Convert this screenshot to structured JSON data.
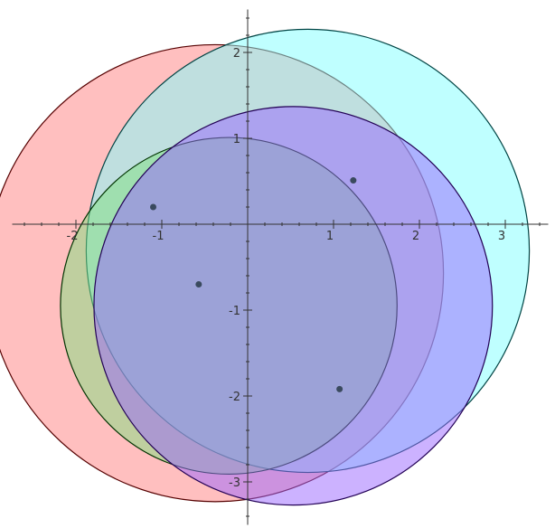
{
  "chart_data": {
    "type": "scatter",
    "title": "",
    "xlabel": "",
    "ylabel": "",
    "xlim": [
      -2.7,
      3.5
    ],
    "ylim": [
      -3.5,
      2.5
    ],
    "grid": false,
    "xticks": [
      {
        "value": -2,
        "label": "-2"
      },
      {
        "value": -1,
        "label": "-1"
      },
      {
        "value": 1,
        "label": "1"
      },
      {
        "value": 2,
        "label": "2"
      },
      {
        "value": 3,
        "label": "3"
      }
    ],
    "yticks": [
      {
        "value": 2,
        "label": "2"
      },
      {
        "value": 1,
        "label": "1"
      },
      {
        "value": -1,
        "label": "-1"
      },
      {
        "value": -2,
        "label": "-2"
      },
      {
        "value": -3,
        "label": "-3"
      }
    ],
    "circles": [
      {
        "cx": -0.38,
        "cy": -0.57,
        "r": 2.66,
        "fill": "#ff8080",
        "stroke": "#550000"
      },
      {
        "cx": 0.7,
        "cy": -0.31,
        "r": 2.58,
        "fill": "#80ffff",
        "stroke": "#004444"
      },
      {
        "cx": -0.22,
        "cy": -0.95,
        "r": 1.96,
        "fill": "#80e080",
        "stroke": "#003300"
      },
      {
        "cx": 0.53,
        "cy": -0.95,
        "r": 2.32,
        "fill": "#9966ff",
        "stroke": "#220055"
      }
    ],
    "points": [
      {
        "x": -1.1,
        "y": 0.2
      },
      {
        "x": -0.57,
        "y": -0.7
      },
      {
        "x": 1.23,
        "y": 0.51
      },
      {
        "x": 1.07,
        "y": -1.92
      }
    ],
    "point_color": "#3a4a5e",
    "circle_opacity": 0.5,
    "axis_color": "#333333"
  }
}
